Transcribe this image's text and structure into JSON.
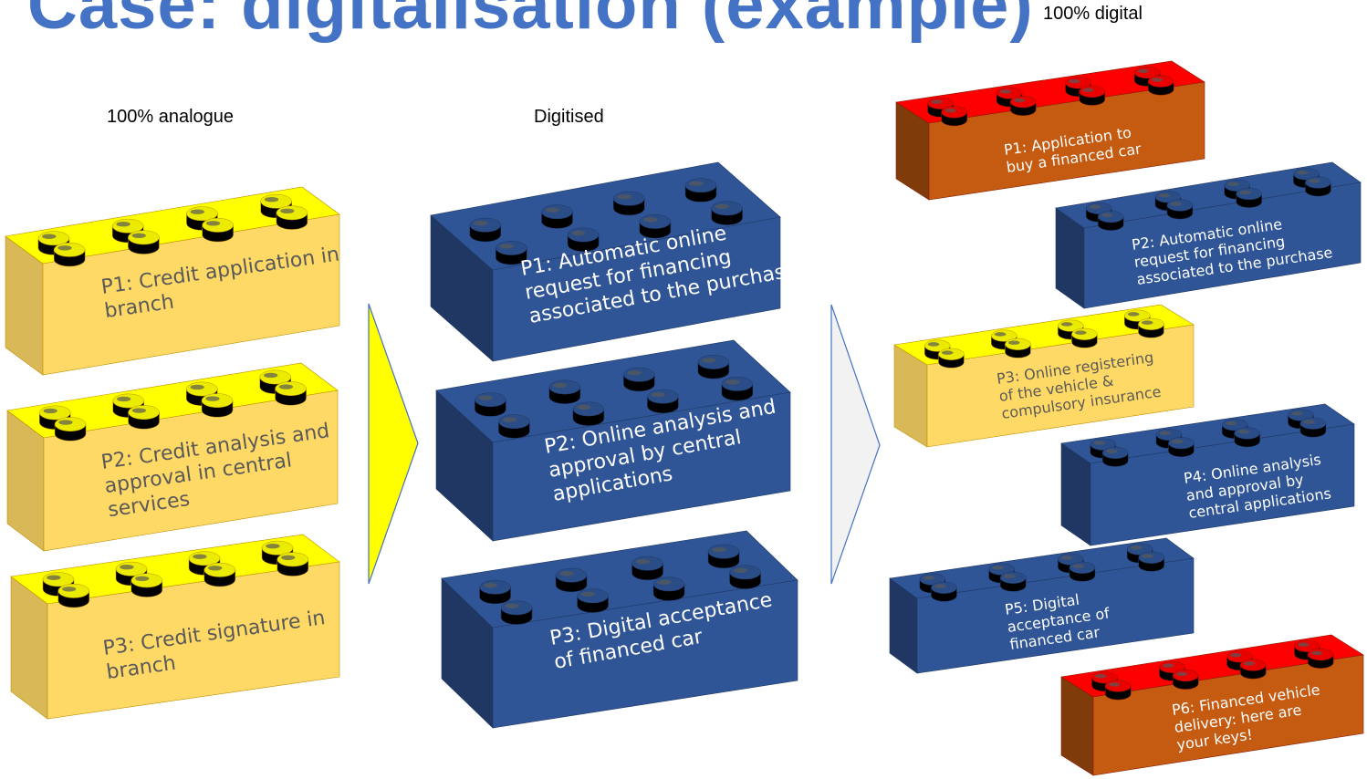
{
  "title": "Case: digitalisation (example)",
  "columns": {
    "analogue": {
      "label": "100% analogue"
    },
    "digitised": {
      "label": "Digitised"
    },
    "digital": {
      "label": "100% digital"
    }
  },
  "colors": {
    "title": "#4472C4",
    "yellow_brick_side": "#FFD966",
    "yellow_brick_top": "#FFFF00",
    "blue_brick": "#2F5597",
    "red_brick_top": "#FF0000",
    "orange_brick_side": "#C55A11",
    "arrow_yellow": "#FFFF00",
    "arrow_grey": "#F2F2F2",
    "arrow_outline": "#4472C4"
  },
  "bricks": {
    "analogue": [
      {
        "lines": [
          "P1: Credit application in",
          "branch"
        ]
      },
      {
        "lines": [
          "P2: Credit analysis and",
          "approval in central",
          "services"
        ]
      },
      {
        "lines": [
          "P3: Credit signature in",
          "branch"
        ]
      }
    ],
    "digitised": [
      {
        "lines": [
          "P1: Automatic online",
          "request for financing",
          "associated to the purchase"
        ]
      },
      {
        "lines": [
          "P2: Online analysis and",
          "approval by central",
          "applications"
        ]
      },
      {
        "lines": [
          "P3: Digital acceptance",
          "of financed car"
        ]
      }
    ],
    "digital": [
      {
        "lines": [
          "P1: Application to",
          "buy  a financed car"
        ]
      },
      {
        "lines": [
          "P2: Automatic online",
          "request for financing",
          "associated to the purchase"
        ]
      },
      {
        "lines": [
          "P3: Online registering",
          "of the vehicle &",
          "compulsory insurance"
        ]
      },
      {
        "lines": [
          "P4: Online analysis",
          "and approval by",
          "central applications"
        ]
      },
      {
        "lines": [
          "P5: Digital",
          "acceptance of",
          "financed car"
        ]
      },
      {
        "lines": [
          "P6: Financed vehicle",
          "delivery: here are",
          "your keys!"
        ]
      }
    ]
  }
}
